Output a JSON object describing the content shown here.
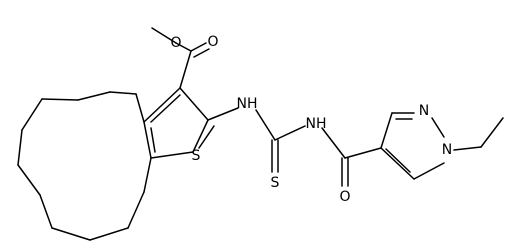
{
  "diagram": {
    "type": "chemical-structure",
    "line_color": "#000000",
    "background": "#ffffff",
    "atom_labels": {
      "ester_o_methoxy": "O",
      "ester_o_carbonyl": "O",
      "ring_sulfur": "S",
      "nh_thiophene": "NH",
      "nh_acyl": "NH",
      "thione_sulfur": "S",
      "amide_oxygen": "O",
      "pyrazole_n_ring": "N",
      "pyrazole_n_ethyl": "N"
    }
  }
}
